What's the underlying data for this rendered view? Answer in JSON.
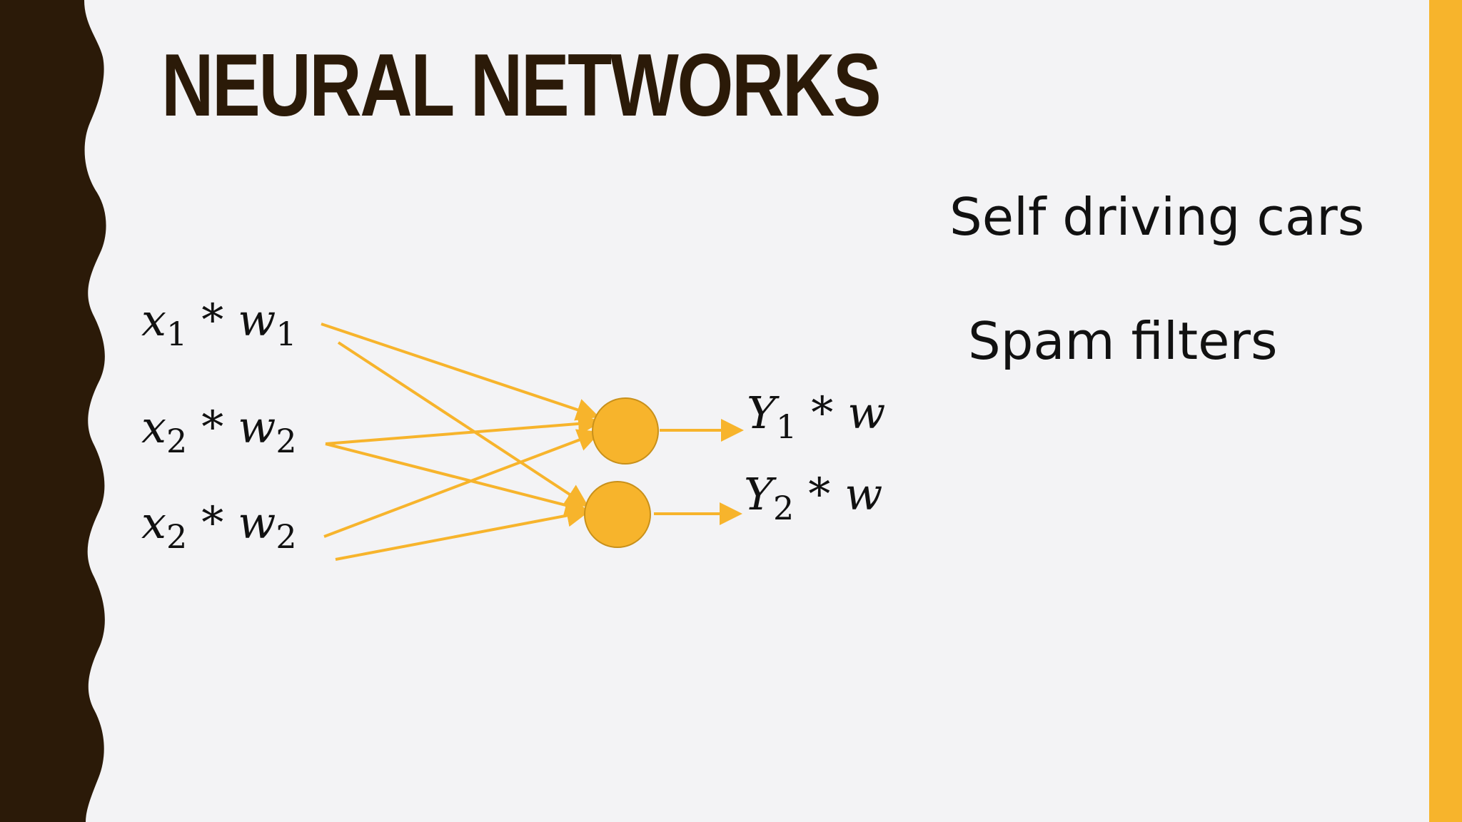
{
  "slide": {
    "title": "NEURAL NETWORKS",
    "bullets": [
      "Self driving cars",
      "Spam filters"
    ]
  },
  "diagram": {
    "inputs": [
      {
        "var": "x",
        "sub": "1",
        "op": "*",
        "weight": "w",
        "weight_sub": "1"
      },
      {
        "var": "x",
        "sub": "2",
        "op": "*",
        "weight": "w",
        "weight_sub": "2"
      },
      {
        "var": "x",
        "sub": "2",
        "op": "*",
        "weight": "w",
        "weight_sub": "2"
      }
    ],
    "outputs": [
      {
        "var": "Y",
        "sub": "1",
        "op": "*",
        "weight": "w"
      },
      {
        "var": "Y",
        "sub": "2",
        "op": "*",
        "weight": "w"
      }
    ]
  },
  "colors": {
    "accent": "#f7b42c",
    "node_stroke": "#c8901a",
    "dark": "#2b1a08",
    "background": "#f3f3f5"
  }
}
